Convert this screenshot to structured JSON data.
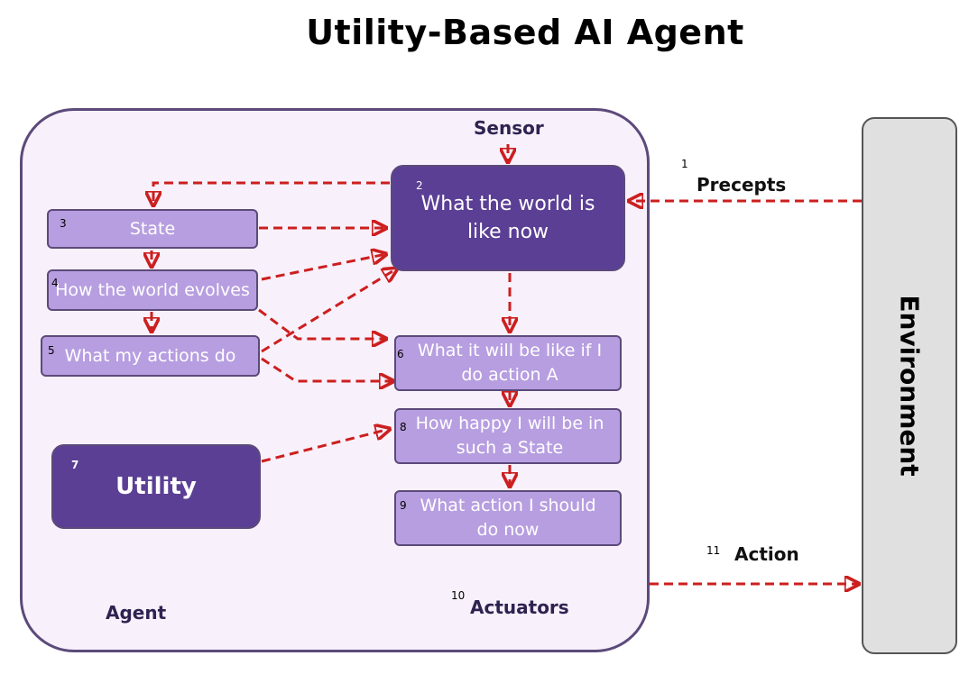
{
  "title": "Utility-Based AI Agent",
  "labels": {
    "sensor": "Sensor",
    "agent": "Agent",
    "actuators": "Actuators",
    "actuators_num": "10",
    "precepts": "Precepts",
    "precepts_num": "1",
    "action": "Action",
    "action_num": "11",
    "environment": "Environment"
  },
  "boxes": {
    "world_now": {
      "num": "2",
      "text": "What the world is like now"
    },
    "state": {
      "num": "3",
      "text": "State"
    },
    "world_evolves": {
      "num": "4",
      "text": "How the world evolves"
    },
    "my_actions": {
      "num": "5",
      "text": "What my actions do"
    },
    "if_action_a": {
      "num": "6",
      "text": "What it will be like if I do action A"
    },
    "utility": {
      "num": "7",
      "text": "Utility"
    },
    "how_happy": {
      "num": "8",
      "text": "How happy I will be in such a State"
    },
    "action_now": {
      "num": "9",
      "text": "What action I should do now"
    }
  },
  "colors": {
    "arrow": "#cc1f1f",
    "light_box": "#b79ee0",
    "dark_box": "#5b3f95",
    "frame": "#5c4a7a",
    "environment": "#e0e0e0"
  }
}
